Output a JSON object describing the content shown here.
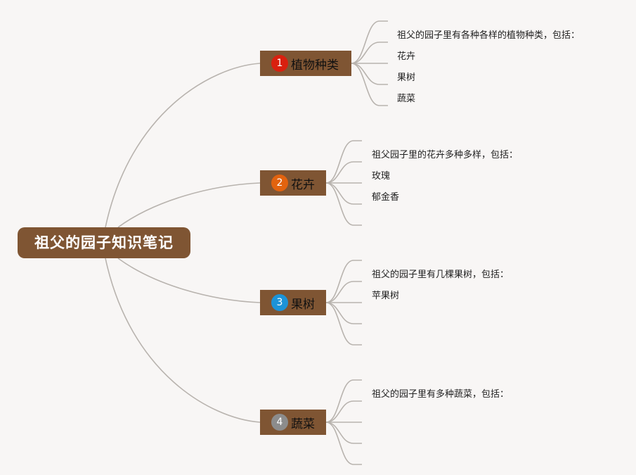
{
  "root": {
    "title": "祖父的园子知识笔记"
  },
  "colors": {
    "node_fill": "#7f5533",
    "link": "#b8b3ae",
    "background": "#f8f6f5"
  },
  "branches": [
    {
      "num": "1",
      "badge_color": "#d9200f",
      "label": "植物种类",
      "items": [
        "祖父的园子里有各种各样的植物种类，包括：",
        "花卉",
        "果树",
        "蔬菜",
        ""
      ]
    },
    {
      "num": "2",
      "badge_color": "#e2630f",
      "label": "花卉",
      "items": [
        "祖父园子里的花卉多种多样，包括：",
        "玫瑰",
        "郁金香",
        "",
        ""
      ]
    },
    {
      "num": "3",
      "badge_color": "#1c93d8",
      "label": "果树",
      "items": [
        "祖父的园子里有几棵果树，包括：",
        "苹果树",
        "",
        "",
        ""
      ]
    },
    {
      "num": "4",
      "badge_color": "#8c8c8c",
      "label": "蔬菜",
      "items": [
        "祖父的园子里有多种蔬菜，包括：",
        "",
        "",
        "",
        ""
      ]
    }
  ]
}
